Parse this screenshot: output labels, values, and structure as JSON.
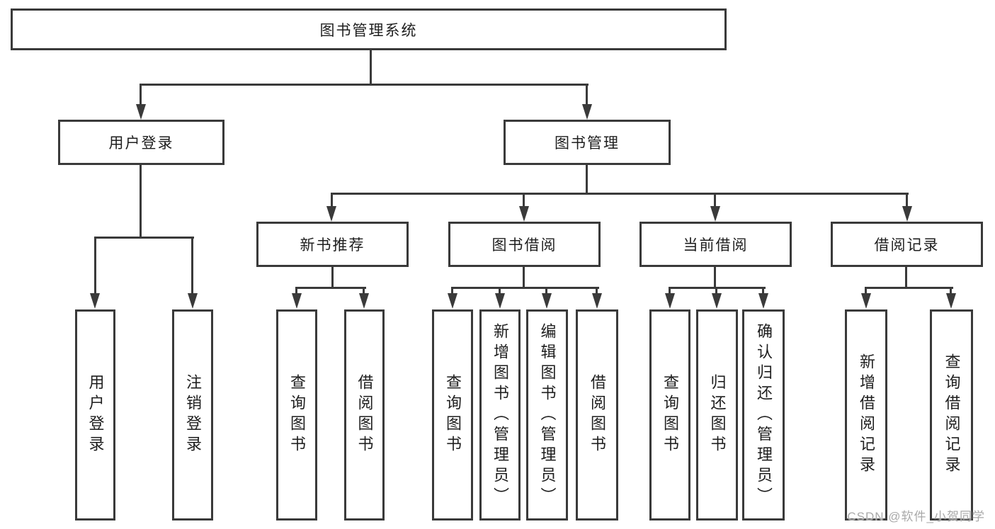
{
  "diagram": {
    "root": {
      "label": "图书管理系统"
    },
    "branches": [
      {
        "label": "用户登录",
        "children": [
          {
            "label": "用户登录"
          },
          {
            "label": "注销登录"
          }
        ]
      },
      {
        "label": "图书管理",
        "children": [
          {
            "label": "新书推荐",
            "children": [
              {
                "label": "查询图书"
              },
              {
                "label": "借阅图书"
              }
            ]
          },
          {
            "label": "图书借阅",
            "children": [
              {
                "label": "查询图书"
              },
              {
                "label": "新增图书（管理员）"
              },
              {
                "label": "编辑图书（管理员）"
              },
              {
                "label": "借阅图书"
              }
            ]
          },
          {
            "label": "当前借阅",
            "children": [
              {
                "label": "查询图书"
              },
              {
                "label": "归还图书"
              },
              {
                "label": "确认归还（管理员）"
              }
            ]
          },
          {
            "label": "借阅记录",
            "children": [
              {
                "label": "新增借阅记录"
              },
              {
                "label": "查询借阅记录"
              }
            ]
          }
        ]
      }
    ]
  },
  "watermark": {
    "text": "CSDN @软件_小贺同学"
  },
  "colors": {
    "line": "#3a3a3a",
    "text": "#1e1e1e",
    "watermark": "#a9a9a9",
    "background": "#ffffff"
  }
}
